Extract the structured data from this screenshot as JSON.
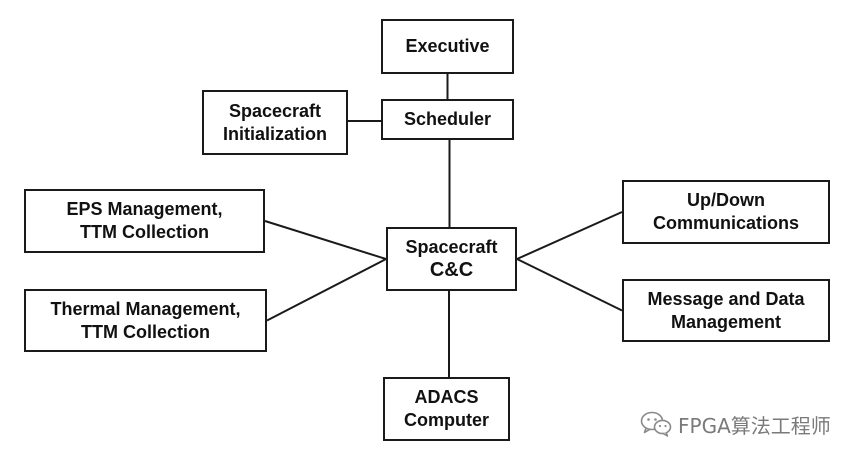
{
  "diagram": {
    "nodes": {
      "executive": {
        "lines": [
          "Executive"
        ]
      },
      "scheduler": {
        "lines": [
          "Scheduler"
        ]
      },
      "initialization": {
        "lines": [
          "Spacecraft",
          "Initialization"
        ]
      },
      "eps": {
        "lines": [
          "EPS Management,",
          "TTM Collection"
        ]
      },
      "thermal": {
        "lines": [
          "Thermal Management,",
          "TTM Collection"
        ]
      },
      "cc": {
        "lines": [
          "Spacecraft",
          "C&C"
        ]
      },
      "comms": {
        "lines": [
          "Up/Down",
          "Communications"
        ]
      },
      "message": {
        "lines": [
          "Message and Data",
          "Management"
        ]
      },
      "adacs": {
        "lines": [
          "ADACS",
          "Computer"
        ]
      }
    },
    "edges": [
      [
        "executive",
        "scheduler"
      ],
      [
        "initialization",
        "scheduler"
      ],
      [
        "scheduler",
        "cc"
      ],
      [
        "eps",
        "cc"
      ],
      [
        "thermal",
        "cc"
      ],
      [
        "comms",
        "cc"
      ],
      [
        "message",
        "cc"
      ],
      [
        "adacs",
        "cc"
      ]
    ]
  },
  "watermark": {
    "text": "FPGA算法工程师",
    "icon": "wechat-icon"
  },
  "colors": {
    "stroke": "#1a1a1a",
    "watermark": "#7a7a7a"
  }
}
